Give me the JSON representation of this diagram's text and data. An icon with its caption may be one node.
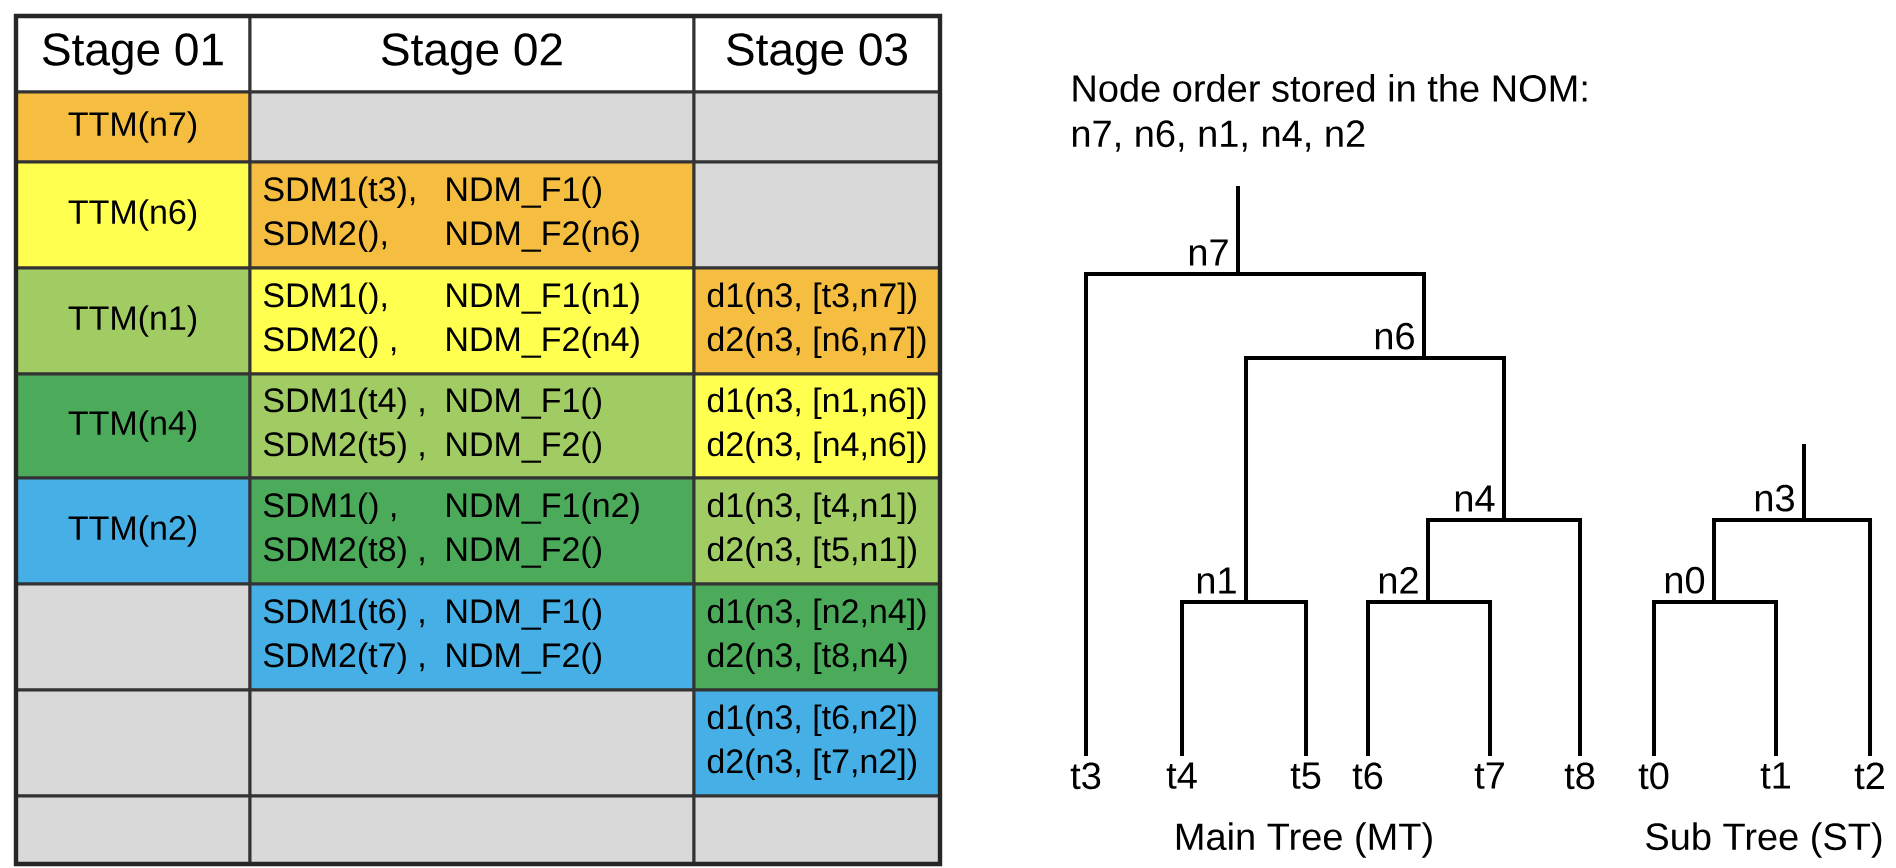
{
  "diagram": {
    "nodes": [
      {
        "text": [
          "n7"
        ]
      },
      {
        "text": [
          "n6"
        ]
      },
      {
        "text": [
          "n1"
        ]
      },
      {
        "text": [
          "n4"
        ]
      },
      {
        "text": [
          "n2"
        ]
      },
      {
        "text": [
          "n3"
        ]
      },
      {
        "text": [
          "n0"
        ]
      },
      {
        "text": [
          "t3"
        ]
      },
      {
        "text": [
          "t4"
        ]
      },
      {
        "text": [
          "t5"
        ]
      },
      {
        "text": [
          "t6"
        ]
      },
      {
        "text": [
          "t7"
        ]
      },
      {
        "text": [
          "t8"
        ]
      },
      {
        "text": [
          "t0"
        ]
      },
      {
        "text": [
          "t1"
        ]
      },
      {
        "text": [
          "t2"
        ]
      }
    ],
    "edges": [
      {
        "from": null,
        "to": 0,
        "arrow": "none"
      },
      {
        "from": 0,
        "to": 7,
        "arrow": "none"
      },
      {
        "from": 0,
        "to": 1,
        "arrow": "none"
      },
      {
        "from": 1,
        "to": 2,
        "arrow": "none"
      },
      {
        "from": 1,
        "to": 3,
        "arrow": "none"
      },
      {
        "from": 2,
        "to": 8,
        "arrow": "none"
      },
      {
        "from": 2,
        "to": 9,
        "arrow": "none"
      },
      {
        "from": 3,
        "to": 4,
        "arrow": "none"
      },
      {
        "from": 3,
        "to": 12,
        "arrow": "none"
      },
      {
        "from": 4,
        "to": 10,
        "arrow": "none"
      },
      {
        "from": 4,
        "to": 11,
        "arrow": "none"
      },
      {
        "from": null,
        "to": 5,
        "arrow": "none"
      },
      {
        "from": 5,
        "to": 6,
        "arrow": "none"
      },
      {
        "from": 5,
        "to": 15,
        "arrow": "none"
      },
      {
        "from": 6,
        "to": 13,
        "arrow": "none"
      },
      {
        "from": 6,
        "to": 14,
        "arrow": "none"
      }
    ],
    "labels": [
      "Stage 01",
      "Stage 02",
      "Stage 03",
      "TTM(n7)",
      "TTM(n6)",
      "SDM1(t3),",
      "NDM_F1()",
      "SDM2(),",
      "NDM_F2(n6)",
      "TTM(n1)",
      "SDM1(),",
      "NDM_F1(n1)",
      "SDM2() ,",
      "NDM_F2(n4)",
      "d1(n3, [t3,n7])",
      "d2(n3, [n6,n7])",
      "TTM(n4)",
      "SDM1(t4) ,",
      "NDM_F1()",
      "SDM2(t5) ,",
      "NDM_F2()",
      "d1(n3, [n1,n6])",
      "d2(n3, [n4,n6])",
      "TTM(n2)",
      "SDM1() ,",
      "NDM_F1(n2)",
      "SDM2(t8) ,",
      "NDM_F2()",
      "d1(n3, [t4,n1])",
      "d2(n3, [t5,n1])",
      "SDM1(t6) ,",
      "NDM_F1()",
      "SDM2(t7) ,",
      "NDM_F2()",
      "d1(n3, [n2,n4])",
      "d2(n3, [t8,n4)",
      "d1(n3, [t6,n2])",
      "d2(n3, [t7,n2])",
      "Node order stored in the NOM:",
      "n7, n6, n1, n4, n2",
      "Main Tree (MT)",
      "Sub Tree (ST)"
    ]
  }
}
